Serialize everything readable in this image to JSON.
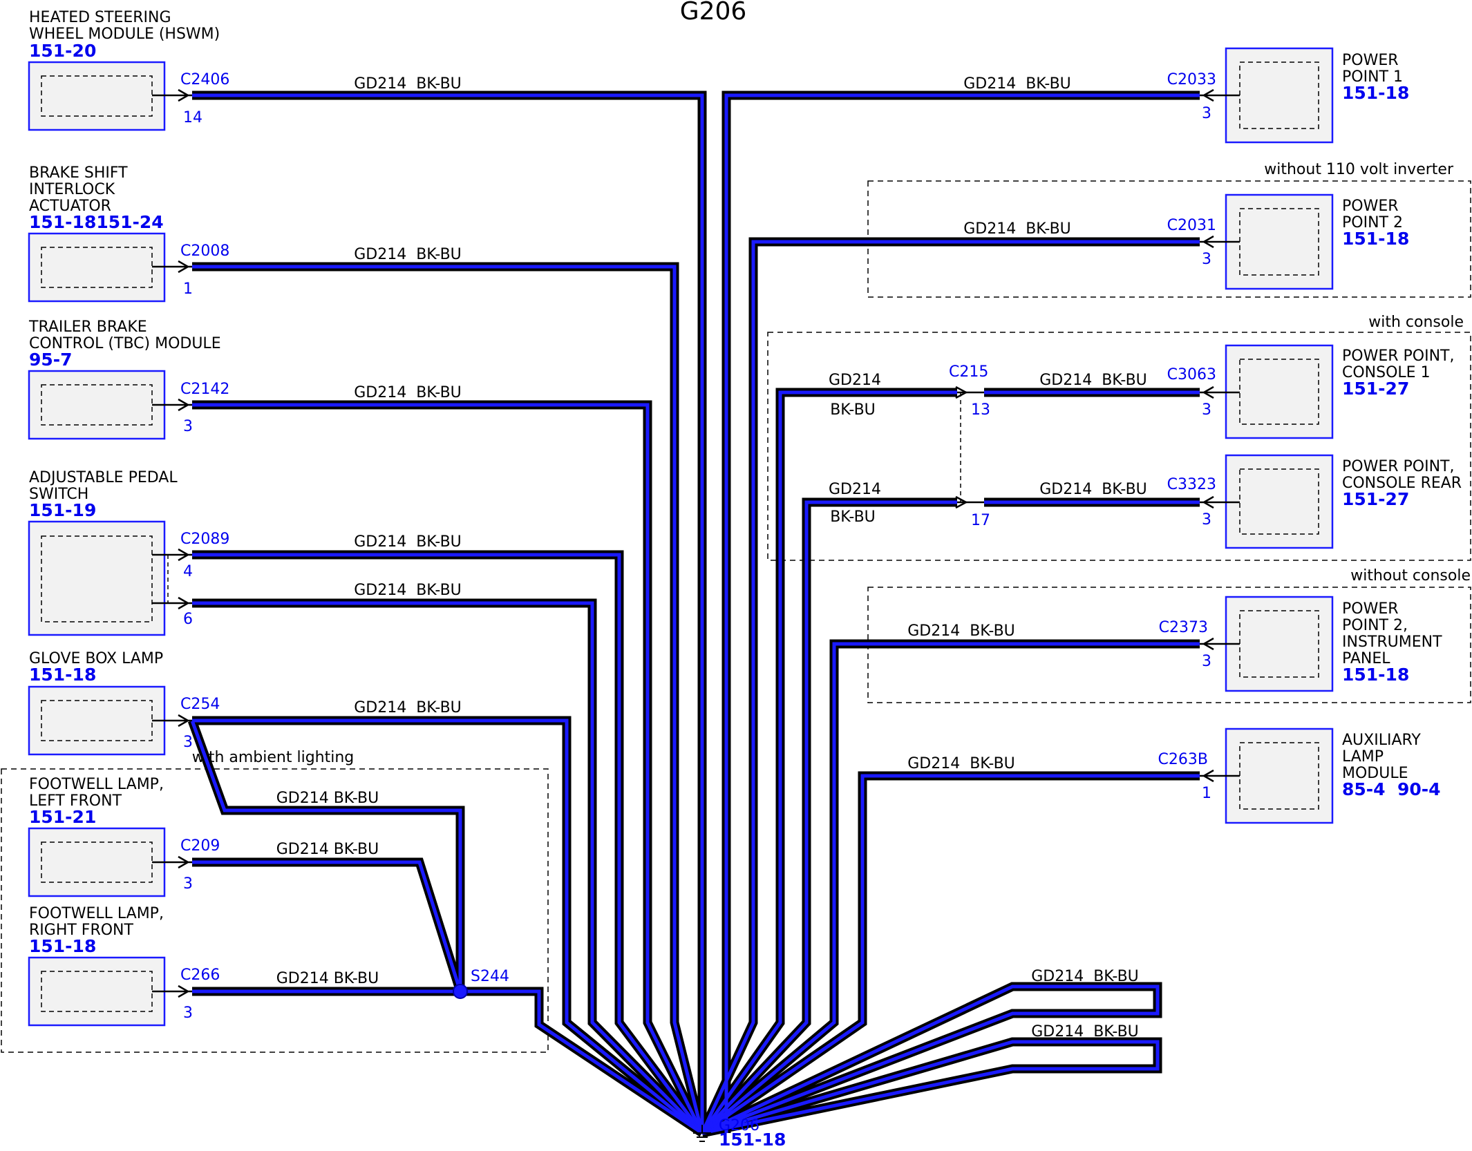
{
  "title": "G206",
  "wire": {
    "name": "GD214",
    "color": "BK-BU",
    "full": "GD214 BK-BU",
    "gap": "GD214  BK-BU"
  },
  "ground": {
    "id": "G206",
    "page": "151-18"
  },
  "splice": {
    "id": "S244"
  },
  "conditions": {
    "ambient": "with ambient lighting",
    "inverter": "without 110 volt inverter",
    "console": "with console",
    "no_console": "without console"
  },
  "left_components": [
    {
      "lines": [
        "HEATED STEERING",
        "WHEEL MODULE (HSWM)"
      ],
      "page": "151-20",
      "connector": "C2406",
      "pins": [
        "14"
      ]
    },
    {
      "lines": [
        "BRAKE SHIFT",
        "INTERLOCK",
        "ACTUATOR"
      ],
      "page": "151-18151-24",
      "connector": "C2008",
      "pins": [
        "1"
      ]
    },
    {
      "lines": [
        "TRAILER BRAKE",
        "CONTROL (TBC) MODULE"
      ],
      "page": "95-7",
      "connector": "C2142",
      "pins": [
        "3"
      ]
    },
    {
      "lines": [
        "ADJUSTABLE PEDAL",
        "SWITCH"
      ],
      "page": "151-19",
      "connector": "C2089",
      "pins": [
        "4",
        "6"
      ]
    },
    {
      "lines": [
        "GLOVE BOX LAMP"
      ],
      "page": "151-18",
      "connector": "C254",
      "pins": [
        "3"
      ]
    },
    {
      "lines": [
        "FOOTWELL LAMP,",
        "LEFT FRONT"
      ],
      "page": "151-21",
      "connector": "C209",
      "pins": [
        "3"
      ]
    },
    {
      "lines": [
        "FOOTWELL LAMP,",
        "RIGHT FRONT"
      ],
      "page": "151-18",
      "connector": "C266",
      "pins": [
        "3"
      ]
    }
  ],
  "right_components": [
    {
      "lines": [
        "POWER",
        "POINT 1"
      ],
      "page": "151-18",
      "connector": "C2033",
      "pin": "3"
    },
    {
      "lines": [
        "POWER",
        "POINT 2"
      ],
      "page": "151-18",
      "connector": "C2031",
      "pin": "3"
    },
    {
      "lines": [
        "POWER POINT,",
        "CONSOLE 1"
      ],
      "page": "151-27",
      "connector": "C3063",
      "pin": "3"
    },
    {
      "lines": [
        "POWER POINT,",
        "CONSOLE REAR"
      ],
      "page": "151-27",
      "connector": "C3323",
      "pin": "3"
    },
    {
      "lines": [
        "POWER",
        "POINT 2,",
        "INSTRUMENT",
        "PANEL"
      ],
      "page": "151-18",
      "connector": "C2373",
      "pin": "3"
    },
    {
      "lines": [
        "AUXILIARY",
        "LAMP",
        "MODULE"
      ],
      "page": "85-4  90-4",
      "connector": "C263B",
      "pin": "1"
    }
  ],
  "inline_connector": {
    "id": "C215",
    "pins": [
      "13",
      "17"
    ]
  },
  "colors": {
    "wire_outer": "#000000",
    "wire_inner": "#1a1aff",
    "label_blue": "#0000ee",
    "box_fill": "#f2f2f2",
    "box_border": "#1a1aff"
  }
}
